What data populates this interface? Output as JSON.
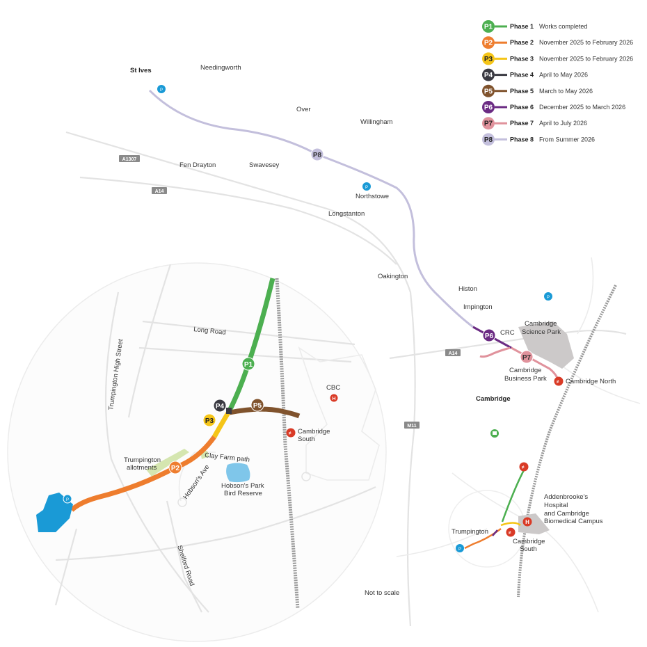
{
  "legend": [
    {
      "code": "P1",
      "phase": "Phase 1",
      "dates": "Works completed",
      "color": "#4caf50"
    },
    {
      "code": "P2",
      "phase": "Phase 2",
      "dates": "November 2025 to February 2026",
      "color": "#ee7d2e"
    },
    {
      "code": "P3",
      "phase": "Phase 3",
      "dates": "November 2025 to February 2026",
      "color": "#f5c518"
    },
    {
      "code": "P4",
      "phase": "Phase 4",
      "dates": "April to May 2026",
      "color": "#3a3a42"
    },
    {
      "code": "P5",
      "phase": "Phase 5",
      "dates": "March to May 2026",
      "color": "#80532d"
    },
    {
      "code": "P6",
      "phase": "Phase 6",
      "dates": "December 2025 to March 2026",
      "color": "#6b2b83"
    },
    {
      "code": "P7",
      "phase": "Phase 7",
      "dates": "April to July 2026",
      "color": "#e0929c"
    },
    {
      "code": "P8",
      "phase": "Phase 8",
      "dates": "From Summer 2026",
      "color": "#c3bfdc"
    }
  ],
  "places": {
    "st_ives": "St Ives",
    "needingworth": "Needingworth",
    "over": "Over",
    "willingham": "Willingham",
    "fen_drayton": "Fen Drayton",
    "swavesey": "Swavesey",
    "northstowe": "Northstowe",
    "longstanton": "Longstanton",
    "oakington": "Oakington",
    "histon": "Histon",
    "impington": "Impington",
    "crc": "CRC",
    "science_park_1": "Cambridge",
    "science_park_2": "Science Park",
    "business_park_1": "Cambridge",
    "business_park_2": "Business Park",
    "cambridge_north": "Cambridge North",
    "cambridge": "Cambridge",
    "addenbrookes_1": "Addenbrooke's",
    "addenbrookes_2": "Hospital",
    "addenbrookes_3": "and Cambridge",
    "addenbrookes_4": "Biomedical Campus",
    "trumpington": "Trumpington",
    "cambridge_south_1": "Cambridge",
    "cambridge_south_2": "South",
    "not_to_scale": "Not to scale"
  },
  "roads": {
    "a1307": "A1307",
    "a14_west": "A14",
    "a14_east": "A14",
    "m11": "M11"
  },
  "inset": {
    "long_road": "Long Road",
    "trumpington_high_street": "Trumpington High Street",
    "cbc": "CBC",
    "cambridge_south_1": "Cambridge",
    "cambridge_south_2": "South",
    "allotments_1": "Trumpington",
    "allotments_2": "allotments",
    "clay_farm": "Clay Farm path",
    "hobsons_ave": "Hobson's Ave",
    "bird_reserve_1": "Hobson's Park",
    "bird_reserve_2": "Bird Reserve",
    "shelford_road": "Shelford Road"
  },
  "markers": {
    "p1": "P1",
    "p2": "P2",
    "p3": "P3",
    "p4": "P4",
    "p5": "P5",
    "p6": "P6",
    "p7": "P7",
    "p8": "P8"
  }
}
